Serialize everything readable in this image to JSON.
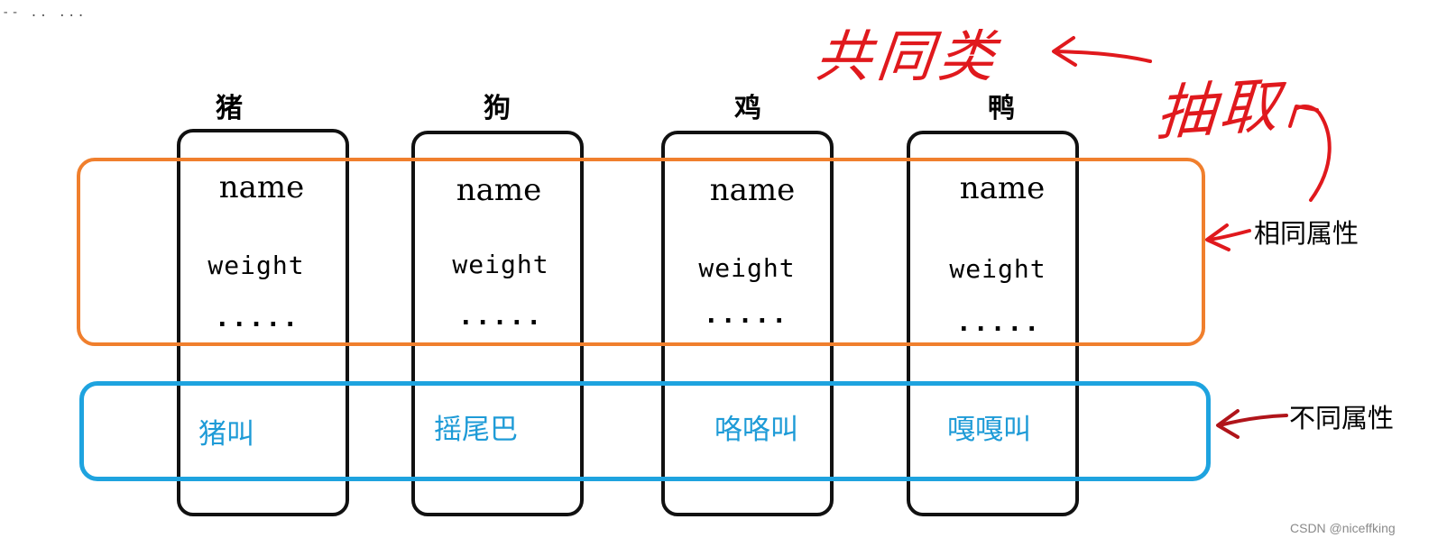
{
  "corner_mark": "-- .. ...",
  "animals": [
    {
      "name": "猪",
      "fields": [
        "name",
        "weight",
        "....."
      ],
      "behavior": "猪叫"
    },
    {
      "name": "狗",
      "fields": [
        "name",
        "weight",
        "....."
      ],
      "behavior": "摇尾巴"
    },
    {
      "name": "鸡",
      "fields": [
        "name",
        "weight",
        "....."
      ],
      "behavior": "咯咯叫"
    },
    {
      "name": "鸭",
      "fields": [
        "name",
        "weight",
        "....."
      ],
      "behavior": "嘎嘎叫"
    }
  ],
  "labels": {
    "common_attributes": "相同属性",
    "different_attributes": "不同属性"
  },
  "annotations": {
    "common_class": "共同类",
    "abstract": "抽取"
  },
  "watermark": "CSDN @niceffking",
  "colors": {
    "common_box": "#f07f2d",
    "diff_box": "#1ea3df",
    "behavior_text": "#1e9bd7",
    "handwriting": "#e0191d",
    "diff_arrow": "#b0141a",
    "column_border": "#111111"
  }
}
